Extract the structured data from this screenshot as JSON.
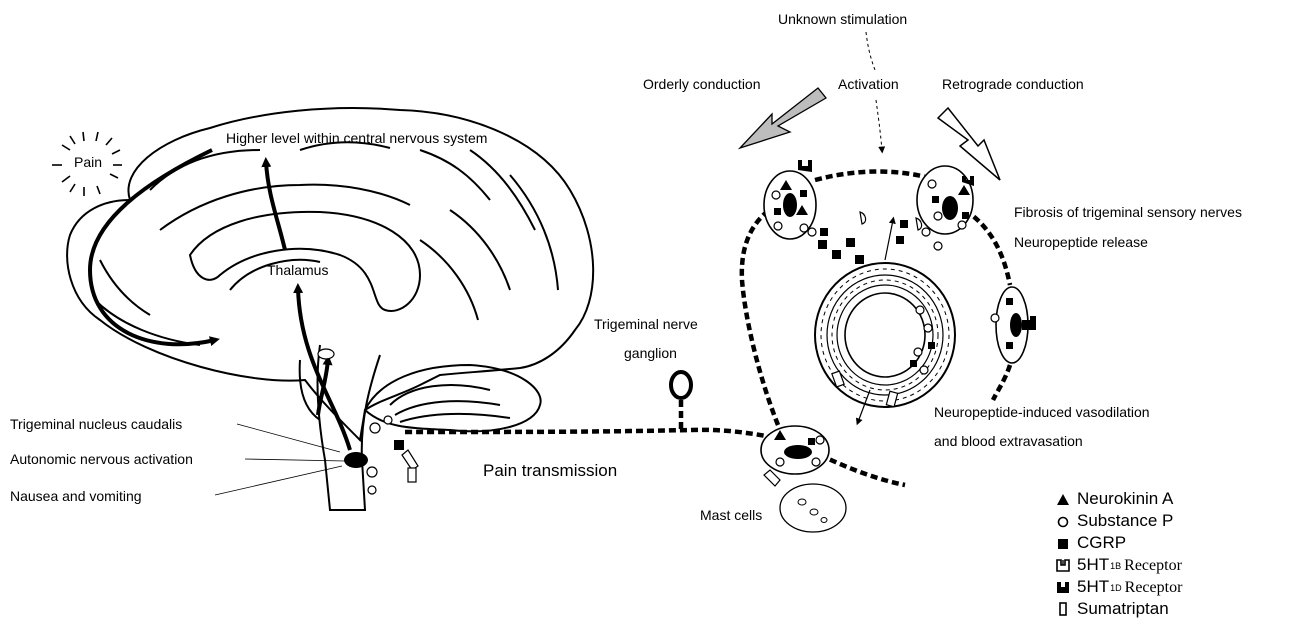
{
  "labels": {
    "pain": "Pain",
    "higher_level": "Higher level within central nervous system",
    "thalamus": "Thalamus",
    "trigeminal_nucleus": "Trigeminal nucleus caudalis",
    "autonomic": "Autonomic nervous activation",
    "nausea": "Nausea and vomiting",
    "pain_transmission": "Pain transmission",
    "ganglion_line1": "Trigeminal nerve",
    "ganglion_line2": "ganglion",
    "unknown_stimulation": "Unknown stimulation",
    "orderly_conduction": "Orderly conduction",
    "activation": "Activation",
    "retrograde_conduction": "Retrograde conduction",
    "fibrosis": "Fibrosis of trigeminal sensory nerves",
    "neuropeptide_release": "Neuropeptide release",
    "vasodilation_line1": "Neuropeptide-induced vasodilation",
    "vasodilation_line2": "and blood extravasation",
    "mast_cells": "Mast cells"
  },
  "legend": {
    "neurokinin": "Neurokinin A",
    "substance_p": "Substance P",
    "cgrp": "CGRP",
    "ht1b_prefix": "5HT",
    "ht1b_sub": "1B",
    "ht1b_suffix": "Receptor",
    "ht1d_prefix": "5HT",
    "ht1d_sub": "1D",
    "ht1d_suffix": "Receptor",
    "sumatriptan": "Sumatriptan"
  }
}
